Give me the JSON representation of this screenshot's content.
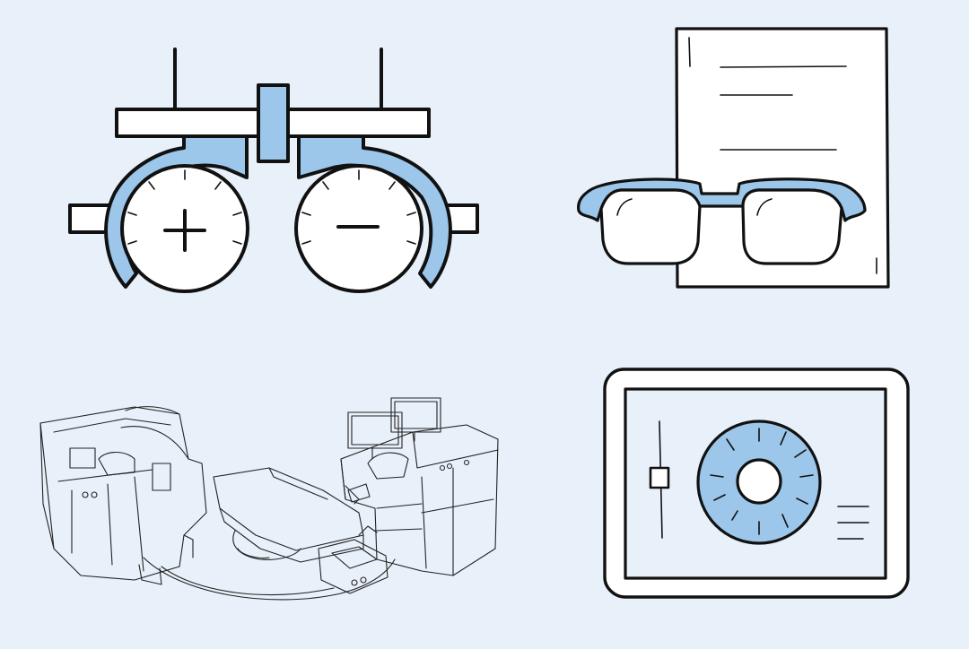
{
  "colors": {
    "background": "#e8f1fa",
    "accent_blue": "#9cc6ea",
    "ink": "#111111",
    "white": "#ffffff"
  },
  "illustrations": [
    {
      "id": "trial-frame",
      "icon": "trial-frame-icon",
      "signs": [
        "+",
        "−"
      ]
    },
    {
      "id": "glasses-prescription",
      "icon": "glasses-prescription-icon"
    },
    {
      "id": "laser-surgery-system",
      "icon": "laser-surgery-system-icon"
    },
    {
      "id": "eye-scan-tablet",
      "icon": "eye-scan-tablet-icon"
    }
  ]
}
